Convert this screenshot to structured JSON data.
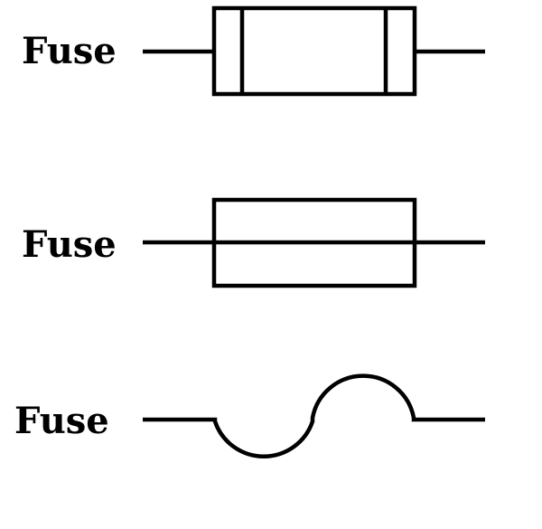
{
  "symbols": [
    {
      "label": "Fuse",
      "style": "box-with-end-bars-icon"
    },
    {
      "label": "Fuse",
      "style": "box-with-through-wire-icon"
    },
    {
      "label": "Fuse",
      "style": "s-curve-wire-icon"
    }
  ],
  "colors": {
    "stroke": "#000000",
    "background": "#ffffff"
  }
}
